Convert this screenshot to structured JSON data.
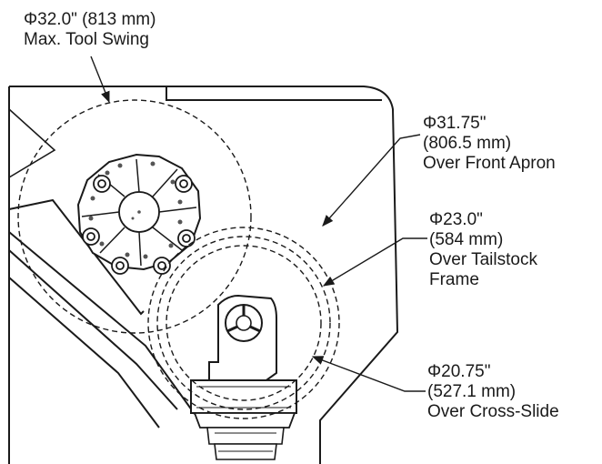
{
  "callouts": {
    "tool_swing": {
      "lines": [
        "Φ32.0\" (813 mm)",
        "Max. Tool Swing"
      ]
    },
    "front_apron": {
      "lines": [
        "Φ31.75\"",
        "(806.5 mm)",
        "Over Front Apron"
      ]
    },
    "tailstock_frame": {
      "lines": [
        "Φ23.0\"",
        "(584 mm)",
        "Over Tailstock",
        "Frame"
      ]
    },
    "cross_slide": {
      "lines": [
        "Φ20.75\"",
        "(527.1 mm)",
        "Over Cross-Slide"
      ]
    }
  },
  "colors": {
    "ink": "#1a1a1a",
    "machine_fill": "#ffffff",
    "screw_fill": "#555555"
  }
}
